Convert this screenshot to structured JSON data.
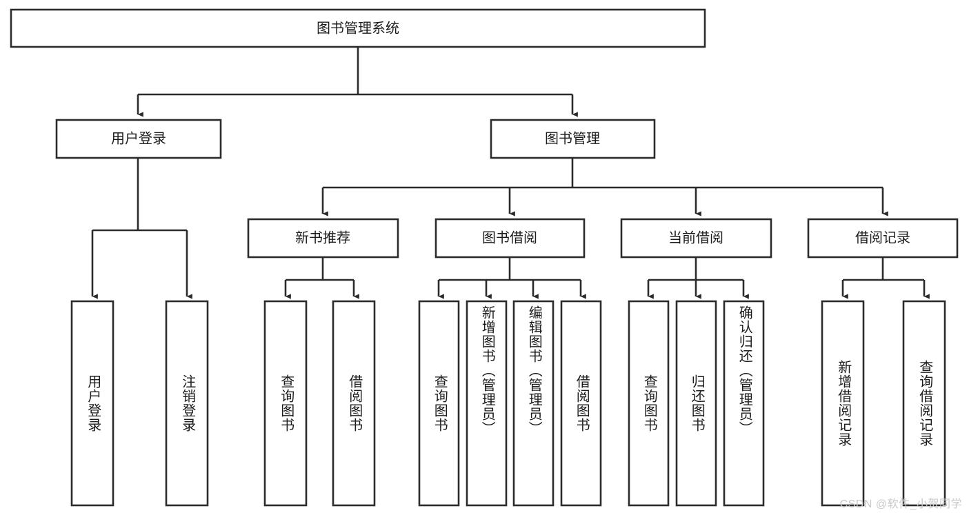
{
  "diagram": {
    "type": "tree",
    "title": "图书管理系统",
    "orientation": "top-down",
    "colors": {
      "stroke": "#2b2b2b",
      "fill": "#ffffff",
      "text": "#1c1c1c",
      "watermark": "#c9c9c9"
    },
    "root": {
      "label": "图书管理系统"
    },
    "level2": [
      {
        "label": "用户登录"
      },
      {
        "label": "图书管理"
      }
    ],
    "level3": [
      {
        "label": "新书推荐"
      },
      {
        "label": "图书借阅"
      },
      {
        "label": "当前借阅"
      },
      {
        "label": "借阅记录"
      }
    ],
    "leaves": {
      "user_login": [
        {
          "label": "用户登录"
        },
        {
          "label": "注销登录"
        }
      ],
      "new_book": [
        {
          "label": "查询图书"
        },
        {
          "label": "借阅图书"
        }
      ],
      "borrow": [
        {
          "label": "查询图书"
        },
        {
          "label": "新增图书（管理员）"
        },
        {
          "label": "编辑图书（管理员）"
        },
        {
          "label": "借阅图书"
        }
      ],
      "current": [
        {
          "label": "查询图书"
        },
        {
          "label": "归还图书"
        },
        {
          "label": "确认归还（管理员）"
        }
      ],
      "records": [
        {
          "label": "新增借阅记录"
        },
        {
          "label": "查询借阅记录"
        }
      ]
    }
  },
  "watermark": {
    "text": "CSDN @软件_小贺同学"
  }
}
